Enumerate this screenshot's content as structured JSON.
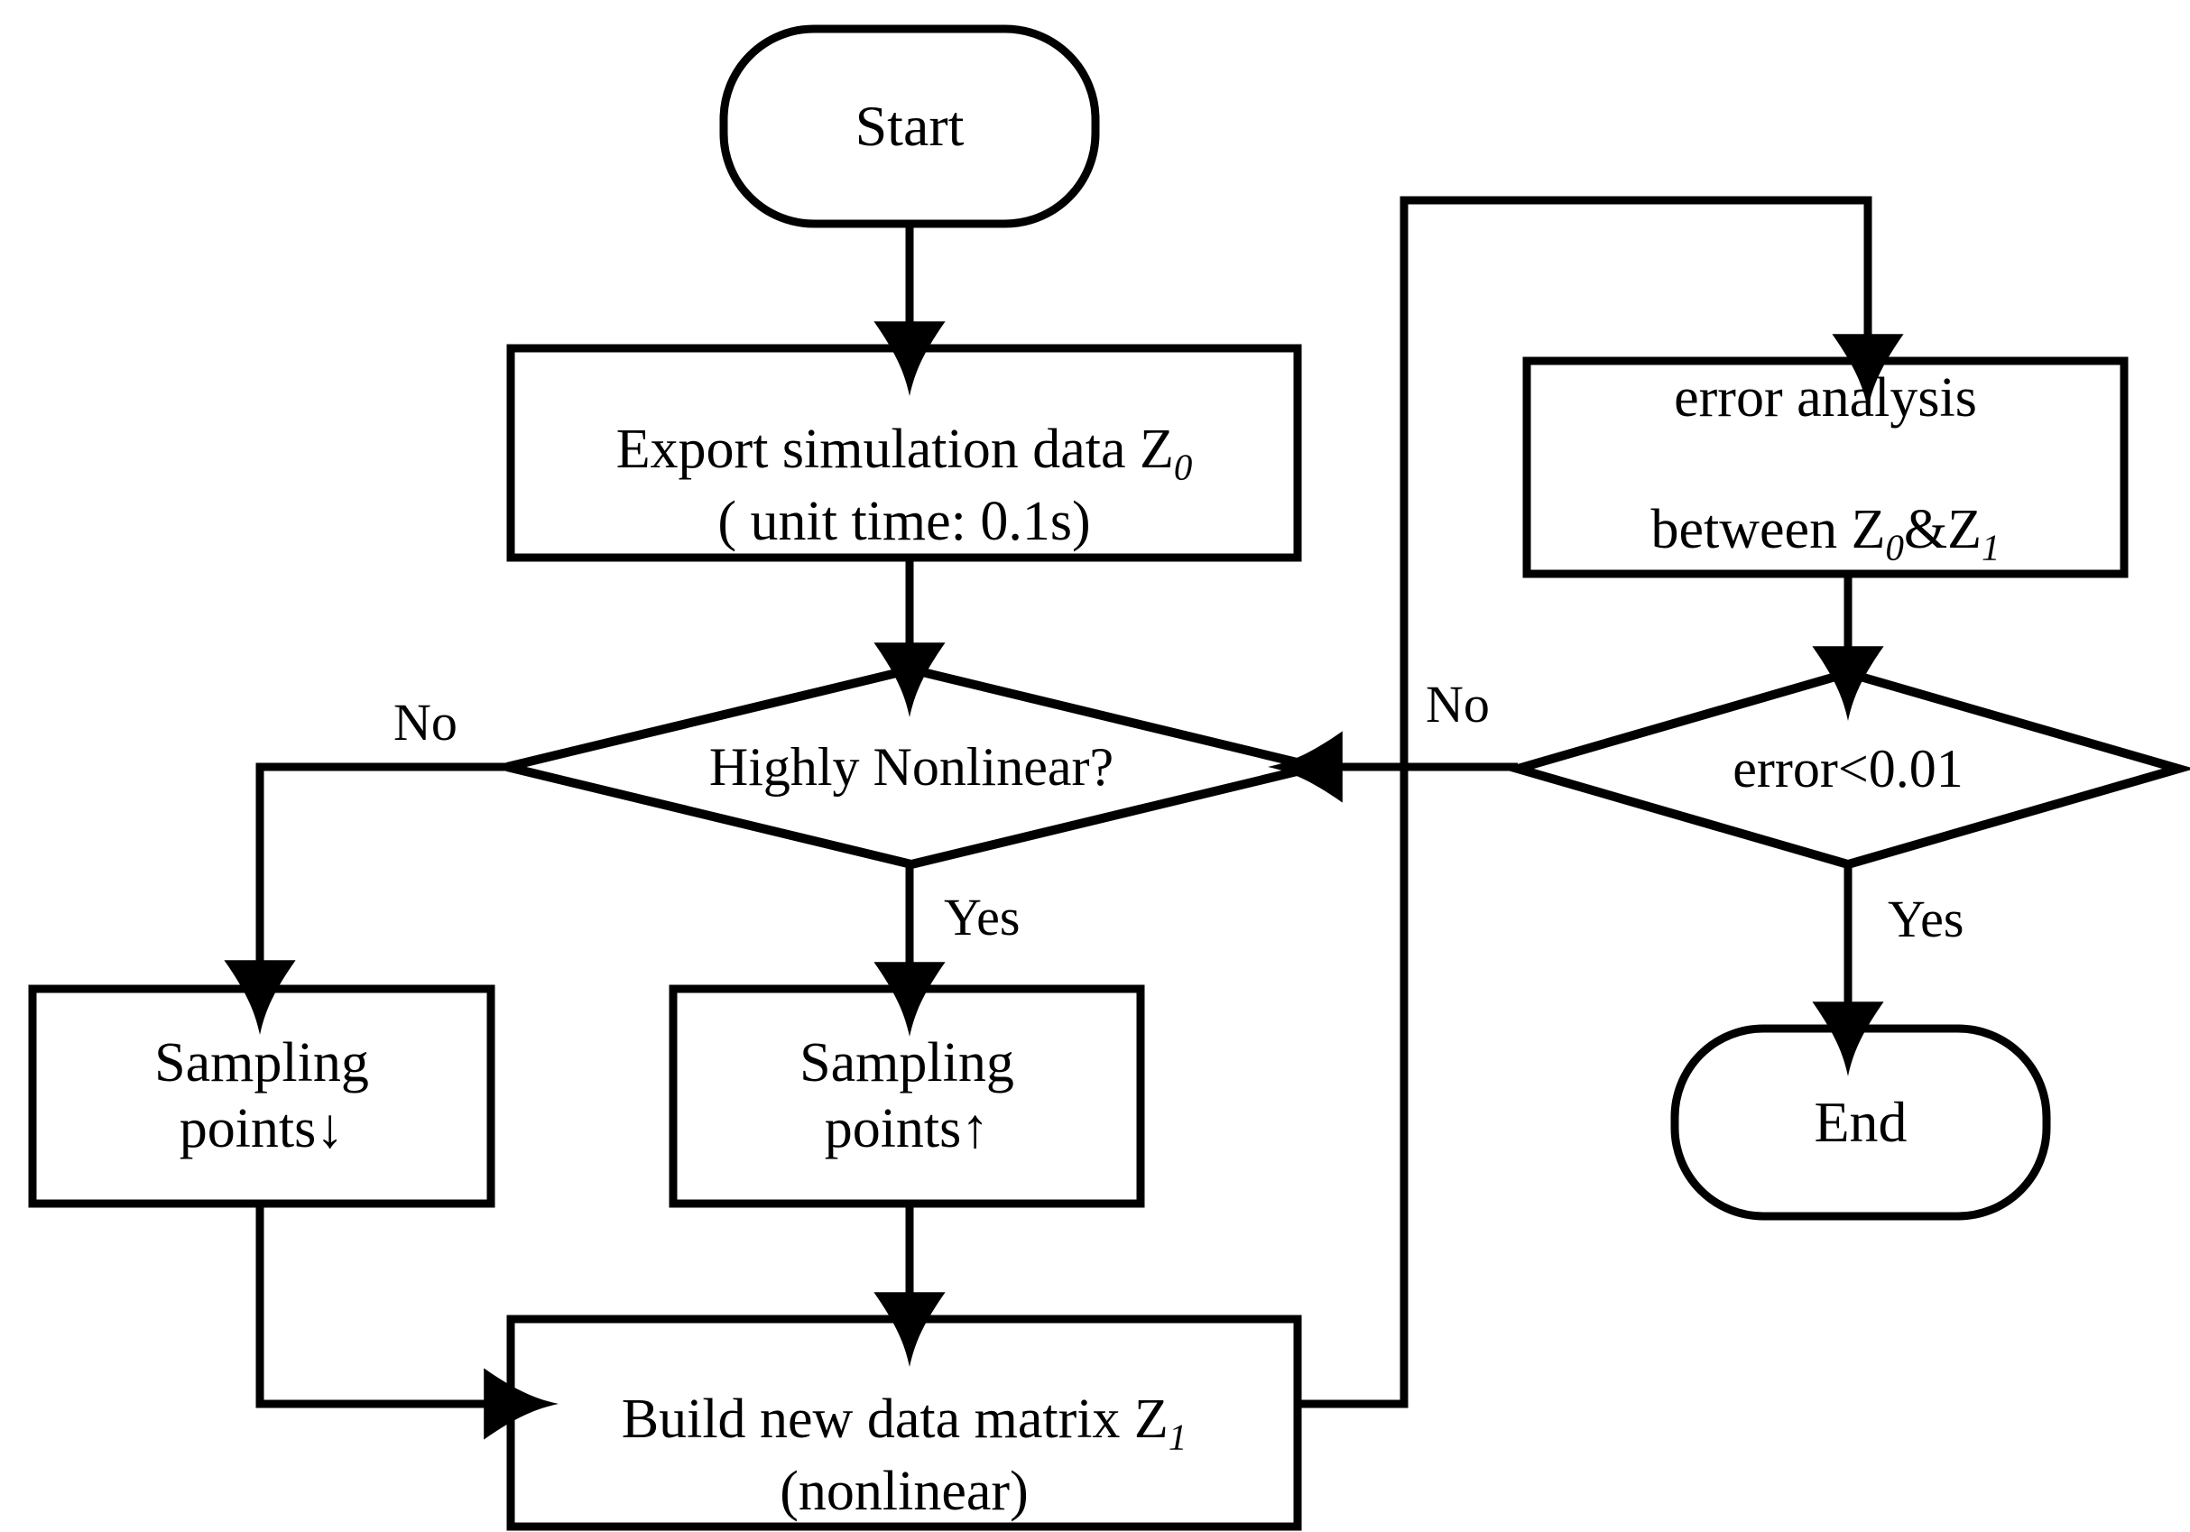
{
  "diagram": {
    "type": "flowchart",
    "title": "Adaptive sampling and error-analysis flowchart",
    "stroke_color": "#000000",
    "fill_color": "#ffffff",
    "background": "#ffffff",
    "nodes": [
      {
        "id": "start",
        "shape": "terminator",
        "label": "Start"
      },
      {
        "id": "export",
        "shape": "process",
        "line1": "Export simulation data Z",
        "line1_sub": "0",
        "line2": "( unit time: 0.1s)"
      },
      {
        "id": "nonlin",
        "shape": "decision",
        "label": "Highly  Nonlinear?"
      },
      {
        "id": "down",
        "shape": "process",
        "line1": "Sampling",
        "line2": "points↓"
      },
      {
        "id": "up",
        "shape": "process",
        "line1": "Sampling",
        "line2": "points↑"
      },
      {
        "id": "build",
        "shape": "process",
        "line1": "Build new data matrix Z",
        "line1_sub": "1",
        "line2": "(nonlinear)"
      },
      {
        "id": "erranal",
        "shape": "process",
        "line1": "error analysis",
        "line2_a": "between Z",
        "line2_sub_a": "0",
        "line2_amp": "&",
        "line2_b": "Z",
        "line2_sub_b": "1"
      },
      {
        "id": "errchk",
        "shape": "decision",
        "label": "error<0.01"
      },
      {
        "id": "end",
        "shape": "terminator",
        "label": "End"
      }
    ],
    "edge_labels": {
      "nonlinear_no": "No",
      "nonlinear_yes": "Yes",
      "error_no": "No",
      "error_yes": "Yes"
    },
    "edges": [
      {
        "from": "start",
        "to": "export",
        "label": ""
      },
      {
        "from": "export",
        "to": "nonlin",
        "label": ""
      },
      {
        "from": "nonlin",
        "to": "down",
        "label": "No"
      },
      {
        "from": "nonlin",
        "to": "up",
        "label": "Yes"
      },
      {
        "from": "down",
        "to": "build",
        "label": ""
      },
      {
        "from": "up",
        "to": "build",
        "label": ""
      },
      {
        "from": "build",
        "to": "erranal",
        "label": ""
      },
      {
        "from": "erranal",
        "to": "errchk",
        "label": ""
      },
      {
        "from": "errchk",
        "to": "nonlin",
        "label": "No"
      },
      {
        "from": "errchk",
        "to": "end",
        "label": "Yes"
      }
    ]
  }
}
